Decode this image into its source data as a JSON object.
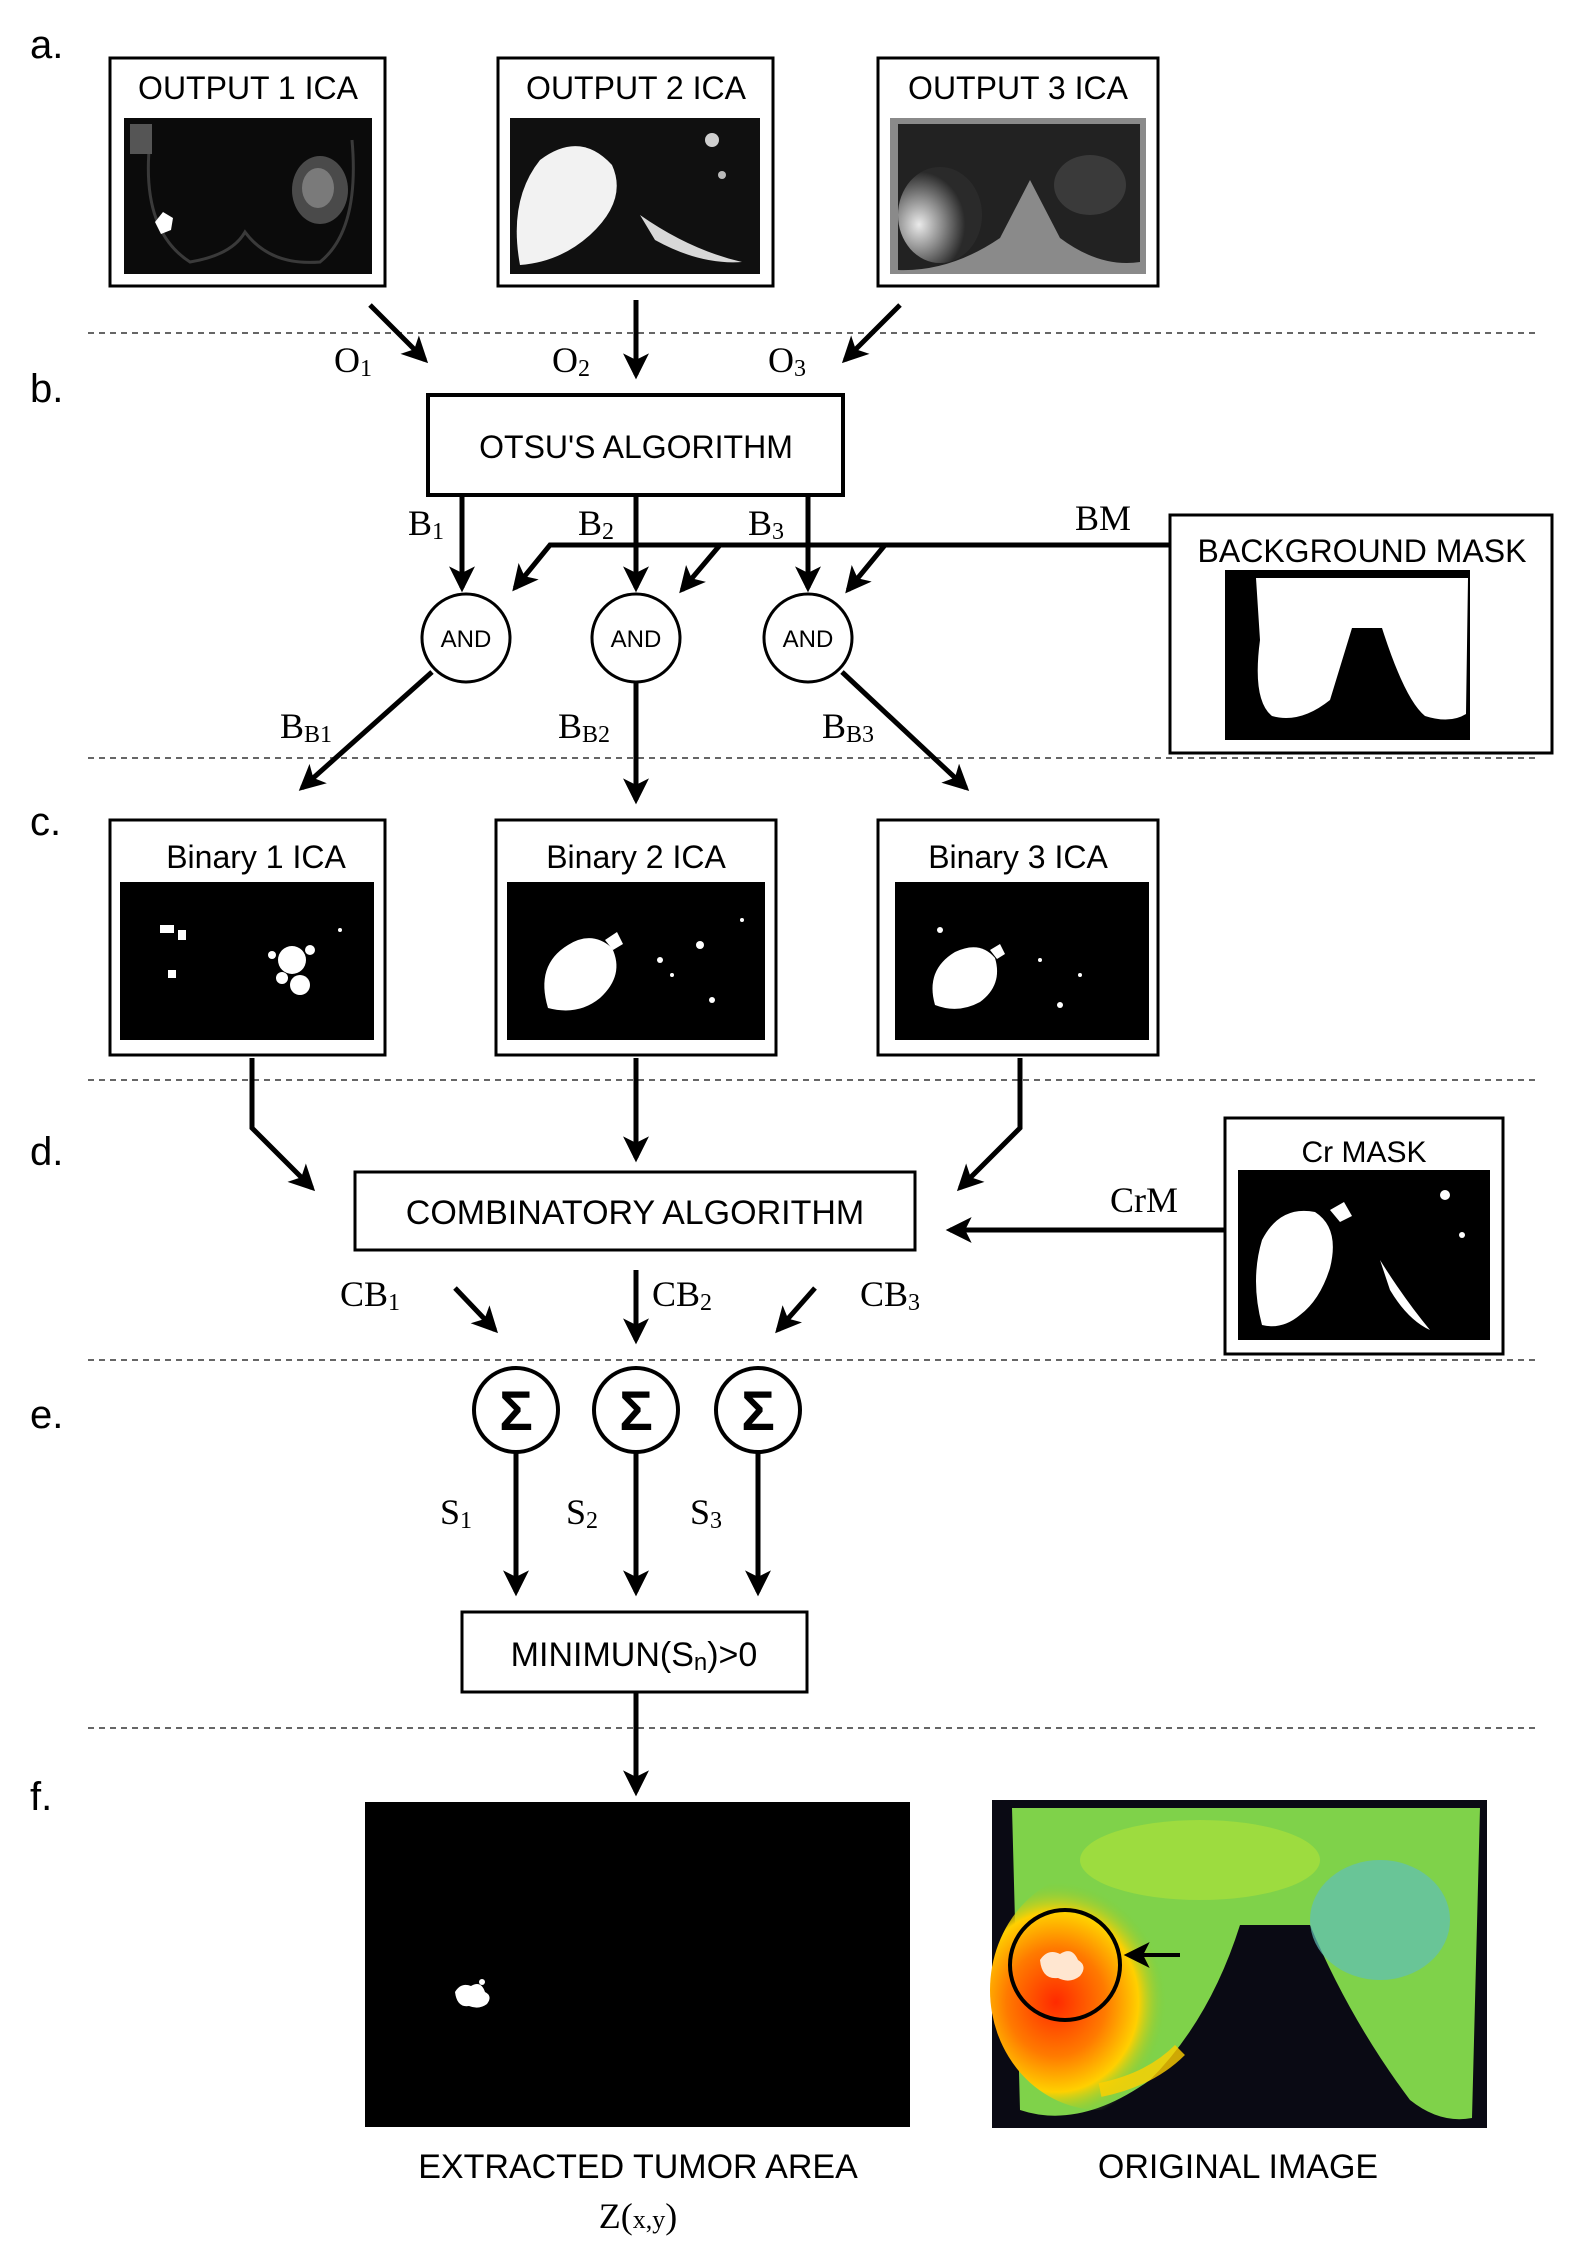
{
  "section_labels": [
    "a.",
    "b.",
    "c.",
    "d.",
    "e.",
    "f."
  ],
  "outputs": [
    {
      "title": "OUTPUT 1 ICA"
    },
    {
      "title": "OUTPUT 2 ICA"
    },
    {
      "title": "OUTPUT 3 ICA"
    }
  ],
  "o_labels": [
    {
      "main": "O",
      "sub": "1"
    },
    {
      "main": "O",
      "sub": "2"
    },
    {
      "main": "O",
      "sub": "3"
    }
  ],
  "otsu": "OTSU'S ALGORITHM",
  "b_labels": [
    {
      "main": "B",
      "sub": "1"
    },
    {
      "main": "B",
      "sub": "2"
    },
    {
      "main": "B",
      "sub": "3"
    }
  ],
  "bm_label": "BM",
  "background_mask": "BACKGROUND MASK",
  "and_label": "AND",
  "bb_labels": [
    {
      "main": "B",
      "sub": "B1"
    },
    {
      "main": "B",
      "sub": "B2"
    },
    {
      "main": "B",
      "sub": "B3"
    }
  ],
  "binaries": [
    {
      "title": "Binary 1 ICA"
    },
    {
      "title": "Binary 2 ICA"
    },
    {
      "title": "Binary 3 ICA"
    }
  ],
  "combinatory": "COMBINATORY ALGORITHM",
  "cr_mask": "Cr MASK",
  "crm_label": "CrM",
  "cb_labels": [
    {
      "main": "CB",
      "sub": "1"
    },
    {
      "main": "CB",
      "sub": "2"
    },
    {
      "main": "CB",
      "sub": "3"
    }
  ],
  "sigma": "Σ",
  "s_labels": [
    {
      "main": "S",
      "sub": "1"
    },
    {
      "main": "S",
      "sub": "2"
    },
    {
      "main": "S",
      "sub": "3"
    }
  ],
  "minimum": {
    "pre": "MINIMUN(S",
    "sub": "n",
    "post": ")>0"
  },
  "extracted": "EXTRACTED TUMOR AREA",
  "z_label": {
    "main": "Z(",
    "sub": "x,y",
    "post": ")"
  },
  "original": "ORIGINAL IMAGE"
}
